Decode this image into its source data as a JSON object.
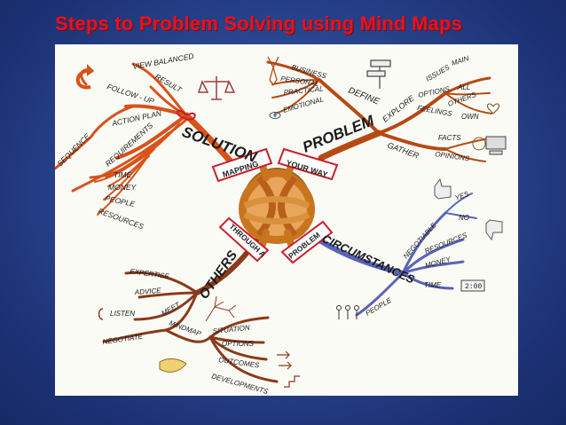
{
  "title": "Steps to Problem Solving using Mind Maps",
  "colors": {
    "title": "#e8121d",
    "solution_branch": "#d8521a",
    "problem_branch": "#b64a12",
    "circumstances_branch": "#5a63b8",
    "others_branch": "#8a3a1a",
    "ribbon": "#c81f2a",
    "knot": "#d9913b"
  },
  "center": {
    "ribbon_top_left": "MAPPING",
    "ribbon_top_right": "YOUR WAY",
    "ribbon_bottom_left": "THROUGH A",
    "ribbon_bottom_right": "PROBLEM"
  },
  "solution": {
    "label": "SOLUTION",
    "view_balanced": "VIEW BALANCED",
    "result": "RESULT",
    "follow_up": "FOLLOW - UP",
    "action_plan": "ACTION PLAN",
    "requirements": "REQUIREMENTS",
    "sequence": "SEQUENCE",
    "time": "TIME",
    "money": "MONEY",
    "people": "PEOPLE",
    "resources": "RESOURCES"
  },
  "problem": {
    "label": "PROBLEM",
    "define": "DEFINE",
    "business": "BUSINESS",
    "personal": "PERSONAL",
    "practical": "PRACTICAL",
    "emotional": "EMOTIONAL",
    "explore": "EXPLORE",
    "issues": "ISSUES",
    "main": "MAIN",
    "options": "OPTIONS",
    "all": "ALL",
    "feelings": "FEELINGS",
    "others": "OTHERS",
    "own": "OWN",
    "gather": "GATHER",
    "facts": "FACTS",
    "opinions": "OPINIONS"
  },
  "circumstances": {
    "label": "CIRCUMSTANCES",
    "negotiable": "NEGOTIABLE",
    "yes": "YES",
    "no": "NO",
    "resources": "RESOURCES",
    "money": "MONEY",
    "time": "TIME",
    "clock": "2:00",
    "people": "PEOPLE"
  },
  "others": {
    "label": "OTHERS",
    "expertise": "EXPERTISE",
    "advice": "ADVICE",
    "meet": "MEET",
    "listen": "LISTEN",
    "negotiate": "NEGOTIATE",
    "mindmap": "MINDMAP",
    "situation": "SITUATION",
    "options": "OPTIONS",
    "outcomes": "OUTCOMES",
    "developments": "DEVELOPMENTS"
  }
}
